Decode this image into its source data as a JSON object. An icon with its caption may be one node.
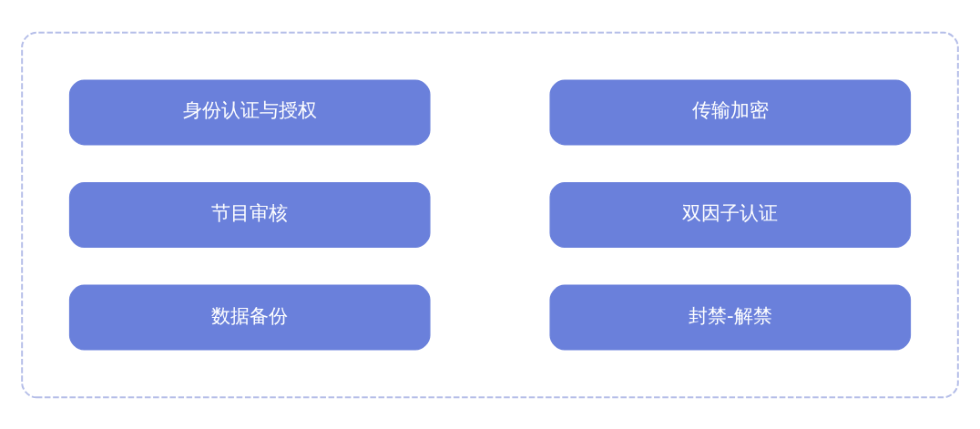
{
  "diagram": {
    "nodes": [
      {
        "text": [],
        "shape": "box"
      },
      {
        "text": [
          "传输加密"
        ],
        "in": 0
      },
      {
        "text": [
          "身份认证与授权"
        ],
        "in": 0
      },
      {
        "text": [
          "双因子认证"
        ],
        "in": 0
      },
      {
        "text": [
          "节目审核"
        ],
        "in": 0
      },
      {
        "text": [
          "封禁-解禁"
        ],
        "in": 0
      },
      {
        "text": [
          "数据备份"
        ],
        "in": 0
      }
    ],
    "edges": []
  }
}
